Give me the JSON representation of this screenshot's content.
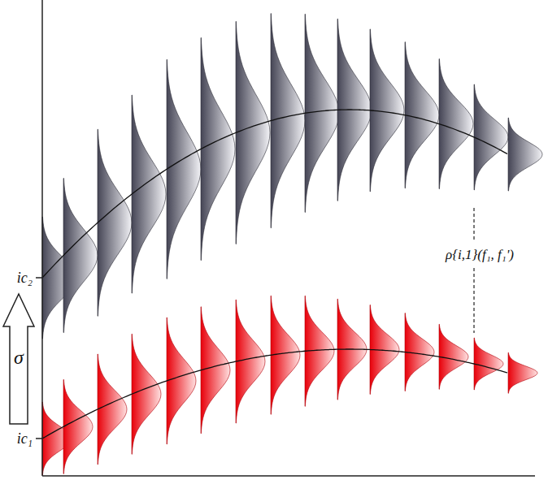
{
  "diagram": {
    "labels": [
      "ic₂",
      "ic₁",
      "σ",
      "ρ{i,1}(f₁, f₁')"
    ]
  }
}
